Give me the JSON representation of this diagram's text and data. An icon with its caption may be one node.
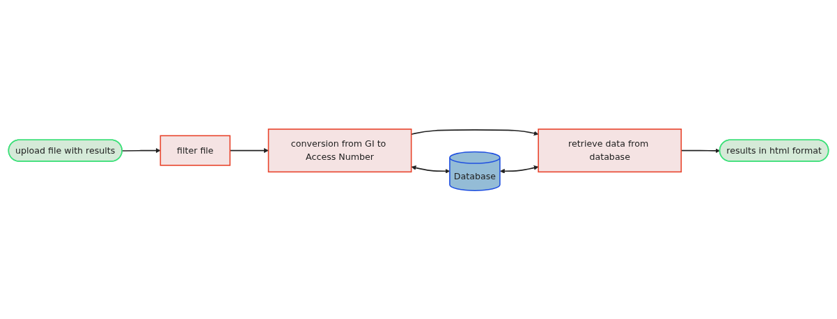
{
  "diagram": {
    "nodes": [
      {
        "text": [
          "upload file with results"
        ]
      },
      {
        "text": [
          "filter file"
        ]
      },
      {
        "text": [
          "conversion from GI to Access Number"
        ]
      },
      {
        "text": [
          "Database"
        ]
      },
      {
        "text": [
          "retrieve data from database"
        ]
      },
      {
        "text": [
          "results in html format"
        ]
      }
    ],
    "edges": [
      {
        "from": 0,
        "to": 1,
        "arrow": "to"
      },
      {
        "from": 1,
        "to": 2,
        "arrow": "to"
      },
      {
        "from": 2,
        "to": 4,
        "arrow": "to"
      },
      {
        "from": 2,
        "to": 3,
        "arrow": "both"
      },
      {
        "from": 3,
        "to": 4,
        "arrow": "both"
      },
      {
        "from": 4,
        "to": 5,
        "arrow": "to"
      }
    ]
  }
}
